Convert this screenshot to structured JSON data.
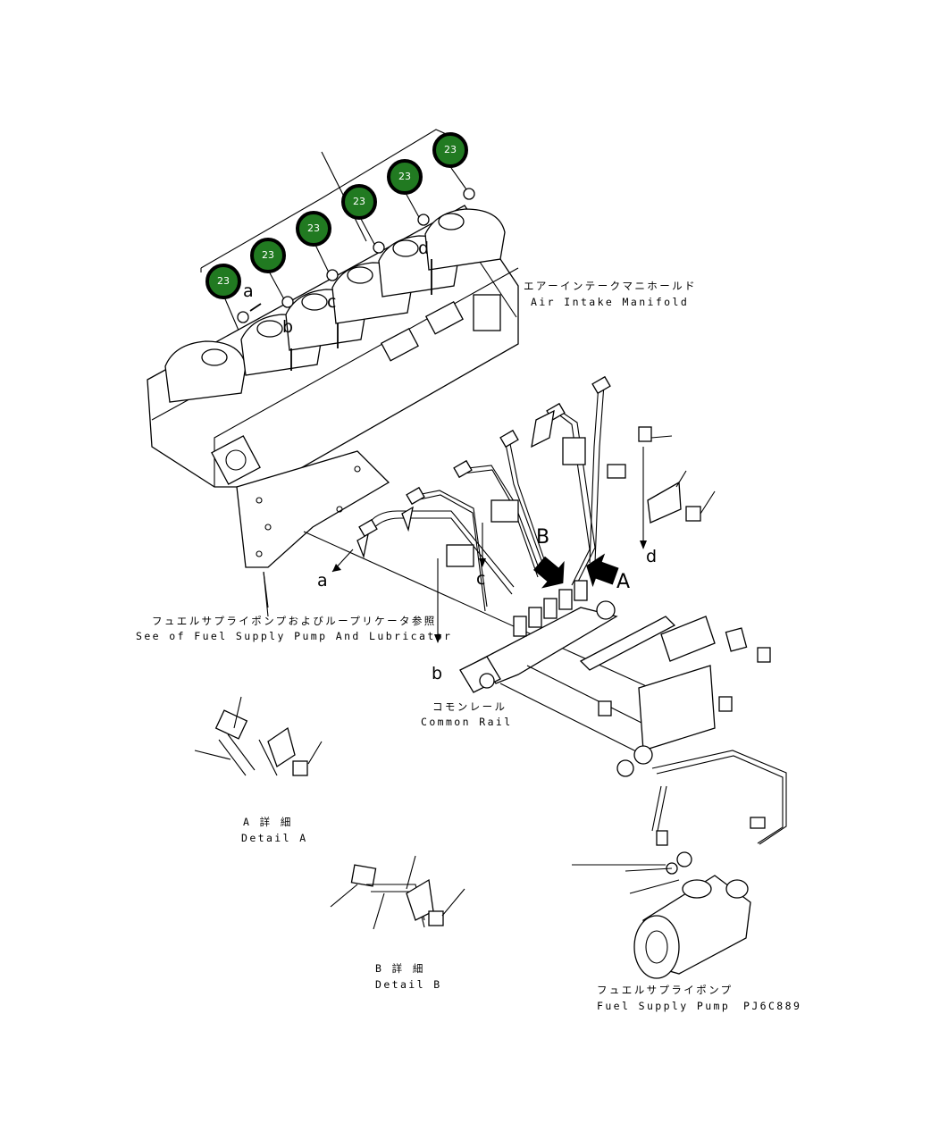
{
  "callouts": [
    {
      "label": "23"
    },
    {
      "label": "23"
    },
    {
      "label": "23"
    },
    {
      "label": "23"
    },
    {
      "label": "23"
    },
    {
      "label": "23"
    }
  ],
  "letters": {
    "a_top": "a",
    "b_top": "b",
    "c_top": "c",
    "d_top": "d",
    "a_bottom": "a",
    "b_bottom": "b",
    "c_bottom": "c",
    "d_bottom": "d",
    "view_A": "A",
    "view_B": "B"
  },
  "labels": {
    "air_intake_jp": "エアーインテークマニホールド",
    "air_intake_en": "Air Intake Manifold",
    "see_fuel_jp": "フュエルサプライポンプおよびループリケータ参照",
    "see_fuel_en": "See of Fuel Supply Pump And Lubricator",
    "common_rail_jp": "コモンレール",
    "common_rail_en": "Common Rail",
    "detail_a_jp": "A 詳 細",
    "detail_a_en": "Detail A",
    "detail_b_jp": "B 詳 細",
    "detail_b_en": "Detail B",
    "fuel_pump_jp": "フュエルサプライポンプ",
    "fuel_pump_en": "Fuel Supply Pump",
    "drawing_code": "PJ6C889"
  }
}
